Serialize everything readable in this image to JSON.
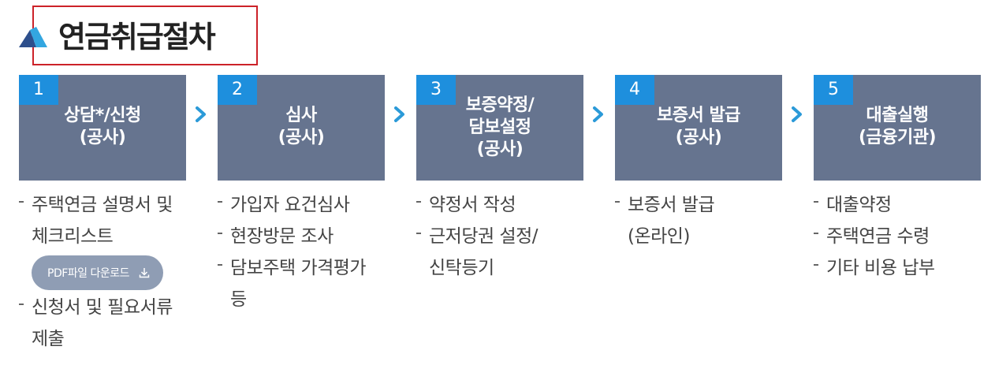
{
  "section": {
    "title": "연금취급절차"
  },
  "steps": [
    {
      "num": "1",
      "title": "상담*/신청\n(공사)",
      "items": [
        "주택연금 설명서 및",
        "체크리스트"
      ],
      "download_label": "PDF파일 다운로드",
      "items_after": [
        "신청서 및 필요서류",
        "제출"
      ]
    },
    {
      "num": "2",
      "title": "심사\n(공사)",
      "items": [
        "가입자 요건심사",
        "현장방문 조사",
        "담보주택 가격평가",
        "등"
      ]
    },
    {
      "num": "3",
      "title": "보증약정/\n담보설정\n(공사)",
      "items": [
        "약정서 작성",
        "근저당권 설정/",
        "신탁등기"
      ]
    },
    {
      "num": "4",
      "title": "보증서 발급\n(공사)",
      "items": [
        "보증서 발급",
        "(온라인)"
      ]
    },
    {
      "num": "5",
      "title": "대출실행\n(금융기관)",
      "items": [
        "대출약정",
        "주택연금 수령",
        "기타 비용 납부"
      ]
    }
  ],
  "colors": {
    "card_bg": "#66748f",
    "number_bg": "#1e8fdd",
    "arrow": "#2b9ad8",
    "highlight_border": "#cc2229",
    "button_bg": "#8f9db4"
  },
  "icons": {
    "logo": "mountain-logo-icon",
    "arrow": "chevron-right-icon",
    "download": "download-icon"
  }
}
